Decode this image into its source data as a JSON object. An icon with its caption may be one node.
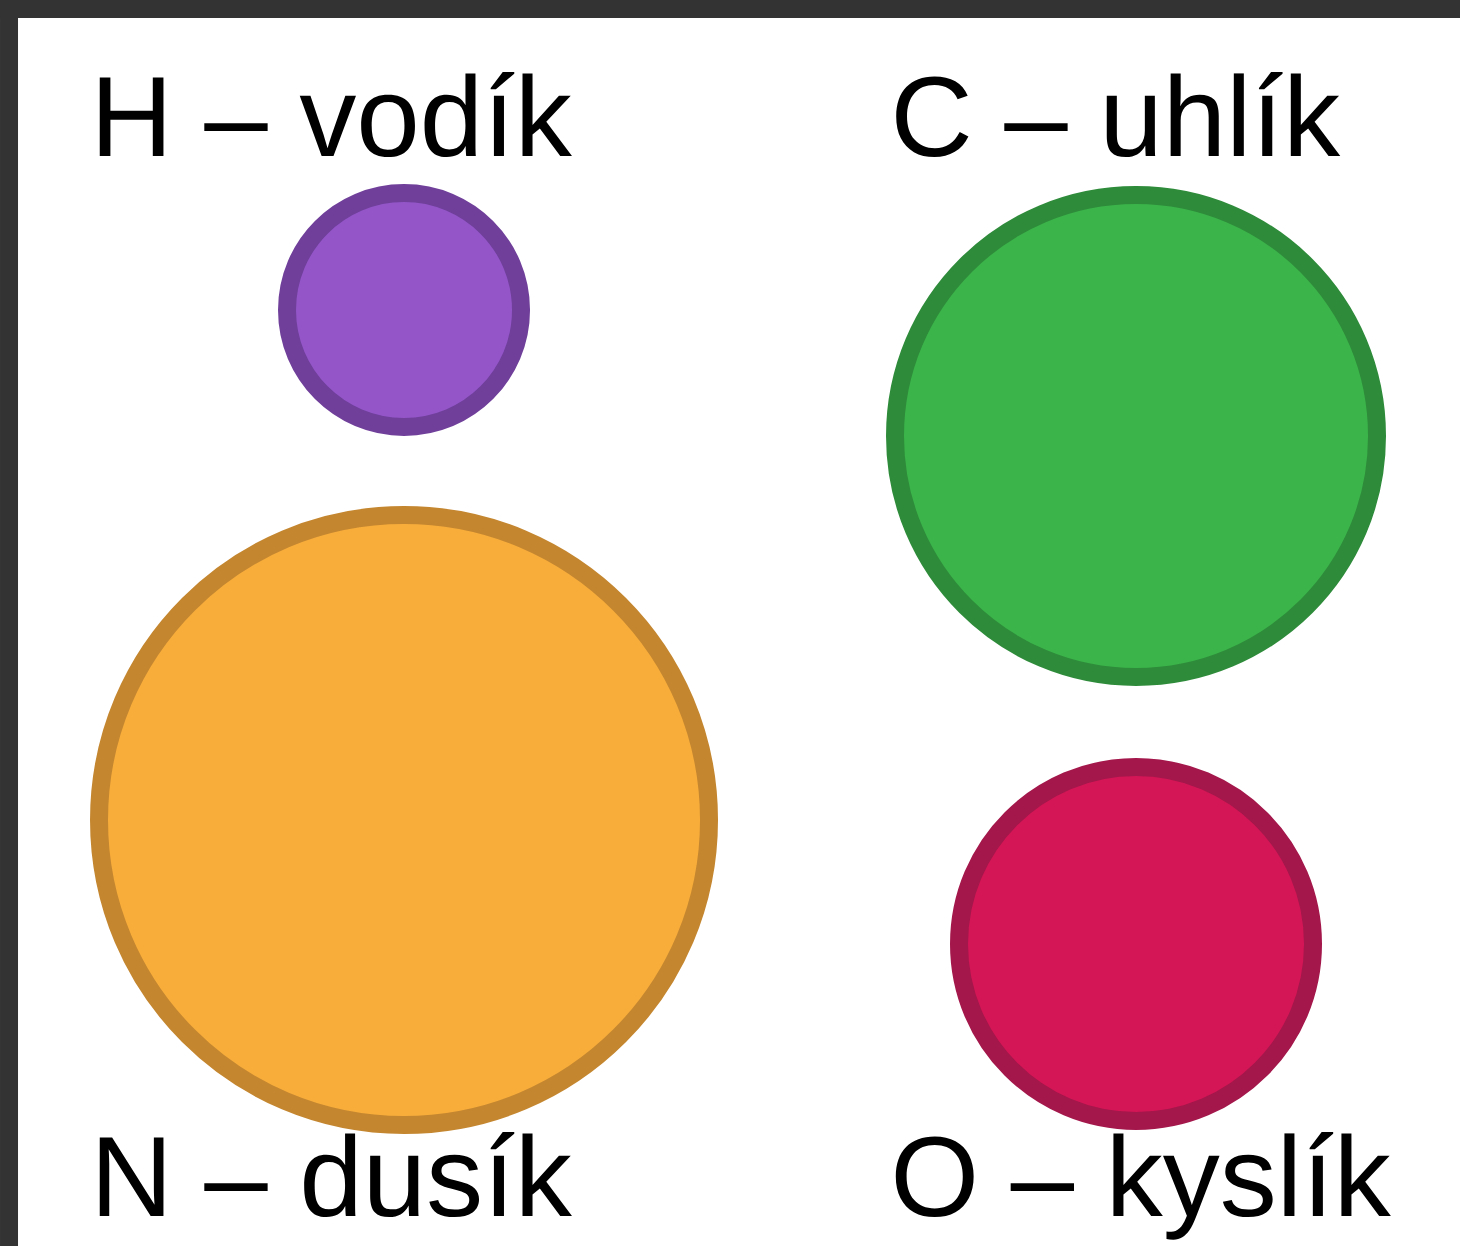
{
  "diagram": {
    "nodes": [
      {
        "text": [
          "H – vodík"
        ]
      },
      {
        "text": [
          "C – uhlík"
        ]
      },
      {
        "text": [
          "N – dusík"
        ]
      },
      {
        "text": [
          "O – kyslík"
        ]
      }
    ]
  }
}
